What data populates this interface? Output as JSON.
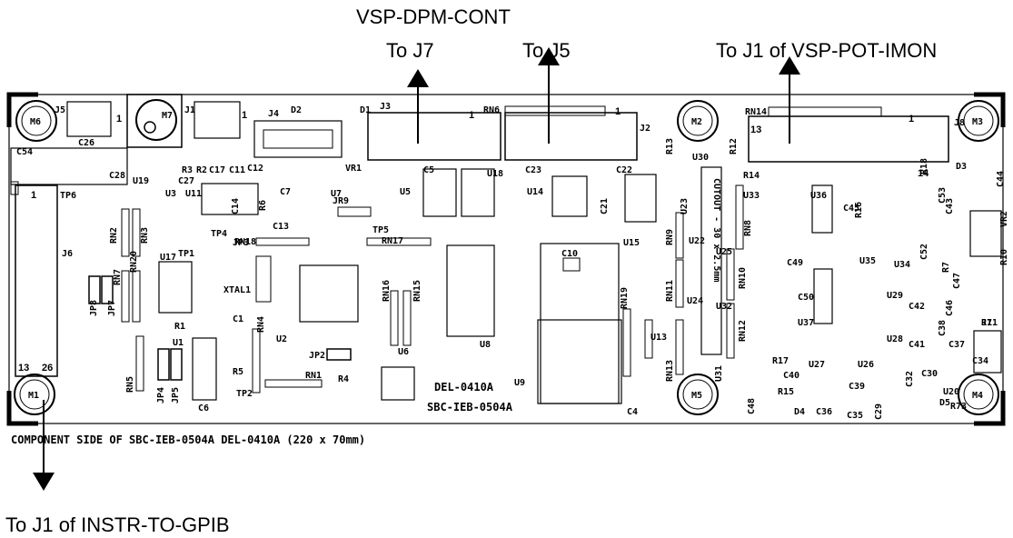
{
  "annotations": {
    "top_left_title": "VSP-DPM-CONT",
    "to_j7": "To J7",
    "to_j5": "To J5",
    "to_j1_pot": "To J1 of VSP-POT-IMON",
    "to_j1_gpib": "To J1 of INSTR-TO-GPIB"
  },
  "board": {
    "caption": "COMPONENT SIDE OF SBC-IEB-0504A DEL-0410A (220 x 70mm)",
    "label_del": "DEL-0410A",
    "label_sbc": "SBC-IEB-0504A",
    "cutout_label": "CUTOUT - 30 x 2.5mm"
  },
  "mounting_holes": [
    "M6",
    "M7",
    "M2",
    "M3",
    "M1",
    "M5",
    "M4"
  ],
  "connectors": {
    "J1": "J1",
    "J2": "J2",
    "J3": "J3",
    "J4": "J4",
    "J5": "J5",
    "J6": "J6",
    "J7": "J7",
    "J8": "J8",
    "j8_pin13": "13",
    "j8_pin14": "14",
    "j8_pin1": "1",
    "j6_pin1": "1",
    "j6_pin13": "13",
    "j6_pin26": "26"
  },
  "components": [
    "C54",
    "C26",
    "C28",
    "R3",
    "R2",
    "C17",
    "C11",
    "C12",
    "C27",
    "U19",
    "U3",
    "U11",
    "C14",
    "R6",
    "C7",
    "C13",
    "U7",
    "JR9",
    "TP6",
    "RN2",
    "RN3",
    "RN20",
    "TP1",
    "U17",
    "RN7",
    "JP8",
    "JP7",
    "TP4",
    "JP3",
    "RN18",
    "XTAL1",
    "U2",
    "R1",
    "C1",
    "R5",
    "RN4",
    "U1",
    "JP4",
    "JP5",
    "C6",
    "RN5",
    "TP2",
    "JP2",
    "RN1",
    "R4",
    "D2",
    "D1",
    "VR1",
    "U5",
    "C5",
    "U18",
    "TP5",
    "RN17",
    "RN16",
    "RN15",
    "U6",
    "U8",
    "RN6",
    "C23",
    "U14",
    "C22",
    "C21",
    "U15",
    "C10",
    "U9",
    "RN19",
    "U13",
    "C4",
    "R13",
    "U30",
    "R12",
    "U23",
    "U22",
    "RN9",
    "RN8",
    "RN11",
    "U24",
    "U25",
    "U32",
    "RN10",
    "RN12",
    "RN13",
    "U31",
    "RN14",
    "R14",
    "U33",
    "U36",
    "C45",
    "R16",
    "R18",
    "D3",
    "C44",
    "C53",
    "C43",
    "C52",
    "R7",
    "VR2",
    "C49",
    "U35",
    "U34",
    "C47",
    "C46",
    "C50",
    "U29",
    "C42",
    "C38",
    "R10",
    "R11",
    "U37",
    "U28",
    "C41",
    "C37",
    "U27",
    "U26",
    "C34",
    "R17",
    "C40",
    "C30",
    "C32",
    "U20",
    "R15",
    "C48",
    "D4",
    "C36",
    "C39",
    "C35",
    "C29",
    "D5",
    "R73"
  ]
}
